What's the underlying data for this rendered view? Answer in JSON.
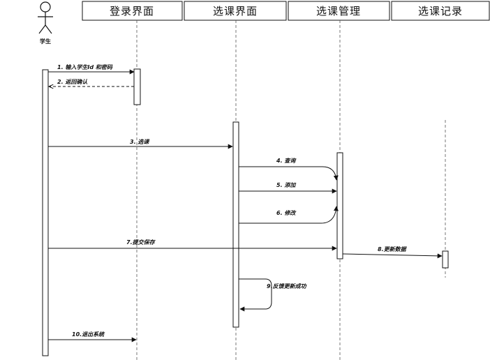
{
  "actor": {
    "label": "学生",
    "icon": "stick-figure-icon"
  },
  "participants": [
    {
      "id": "login",
      "label": "登录界面"
    },
    {
      "id": "select",
      "label": "选课界面"
    },
    {
      "id": "manage",
      "label": "选课管理"
    },
    {
      "id": "record",
      "label": "选课记录"
    }
  ],
  "messages": [
    {
      "id": "m1",
      "label": "1. 输入学生Id 和密码",
      "style": "solid"
    },
    {
      "id": "m2",
      "label": "2. 返回确认",
      "style": "dashed"
    },
    {
      "id": "m3",
      "label": "3. 选课",
      "style": "solid"
    },
    {
      "id": "m4",
      "label": "4. 查询",
      "style": "solid"
    },
    {
      "id": "m5",
      "label": "5. 添加",
      "style": "solid"
    },
    {
      "id": "m6",
      "label": "6. 修改",
      "style": "solid"
    },
    {
      "id": "m7",
      "label": "7.提交保存",
      "style": "solid"
    },
    {
      "id": "m8",
      "label": "8.更新数据",
      "style": "solid"
    },
    {
      "id": "m9",
      "label": "9.反馈更新成功",
      "style": "solid"
    },
    {
      "id": "m10",
      "label": "10.退出系统",
      "style": "solid"
    }
  ]
}
